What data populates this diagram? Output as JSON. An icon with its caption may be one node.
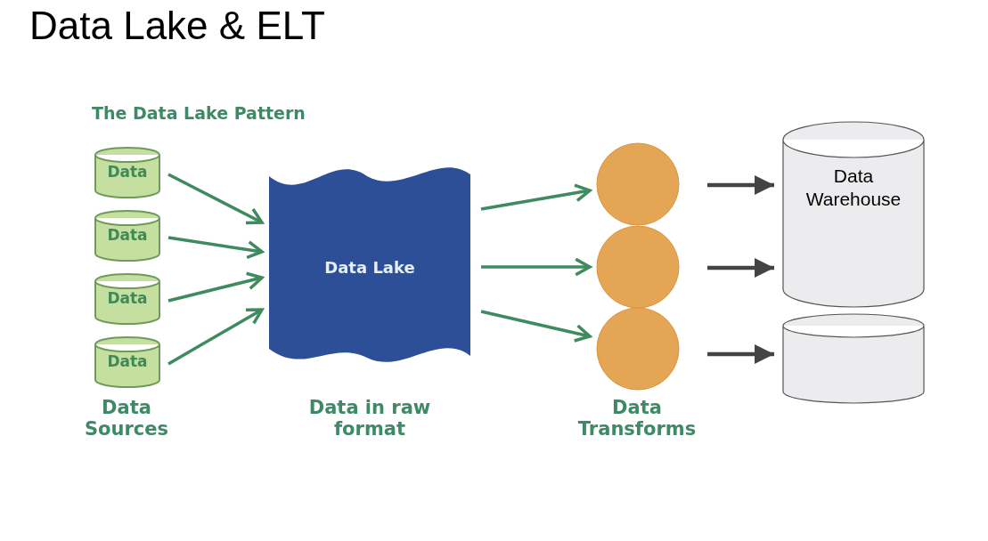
{
  "diagram": {
    "title": "Data Lake & ELT",
    "nodes": [
      {
        "text": [
          "Data"
        ]
      },
      {
        "text": [
          "Data"
        ]
      },
      {
        "text": [
          "Data"
        ]
      },
      {
        "text": [
          "Data"
        ]
      },
      {
        "text": [
          "Data Lake"
        ],
        "beside": [
          "Data in raw format"
        ]
      },
      {
        "text": [],
        "shape": "circle"
      },
      {
        "text": [],
        "shape": "circle"
      },
      {
        "text": [],
        "shape": "circle"
      },
      {
        "text": [
          "Data Warehouse"
        ]
      },
      {
        "text": [],
        "shape": "cylinder"
      }
    ],
    "edges": [
      {
        "from": 0,
        "to": 4,
        "arrow": "to"
      },
      {
        "from": 1,
        "to": 4,
        "arrow": "to"
      },
      {
        "from": 2,
        "to": 4,
        "arrow": "to"
      },
      {
        "from": 3,
        "to": 4,
        "arrow": "to"
      },
      {
        "from": 4,
        "to": 5,
        "arrow": "to"
      },
      {
        "from": 4,
        "to": 6,
        "arrow": "to"
      },
      {
        "from": 4,
        "to": 7,
        "arrow": "to"
      },
      {
        "from": 5,
        "to": 8,
        "arrow": "to",
        "color": "#444444"
      },
      {
        "from": 6,
        "to": 8,
        "arrow": "to",
        "color": "#444444"
      },
      {
        "from": 7,
        "to": 9,
        "arrow": "to",
        "color": "#444444"
      }
    ],
    "labels": [
      "The Data Lake Pattern",
      "Data Sources",
      "Data Transforms"
    ]
  }
}
